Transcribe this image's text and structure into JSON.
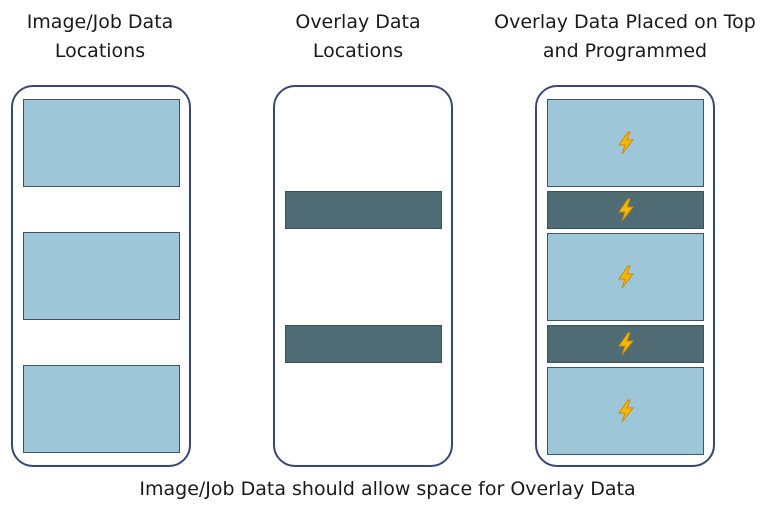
{
  "columns": [
    {
      "title_line1": "Image/Job Data",
      "title_line2": "Locations"
    },
    {
      "title_line1": "Overlay Data",
      "title_line2": "Locations"
    },
    {
      "title_line1": "Overlay Data Placed on Top",
      "title_line2": "and Programmed"
    }
  ],
  "caption": "Image/Job Data should allow space for Overlay Data",
  "colors": {
    "image_data_fill": "#9dc6d8",
    "overlay_data_fill": "#4f6b74",
    "panel_border": "#3a4775",
    "bolt": "#f5b800"
  },
  "icons": {
    "programmed_marker": "lightning-bolt-icon"
  }
}
